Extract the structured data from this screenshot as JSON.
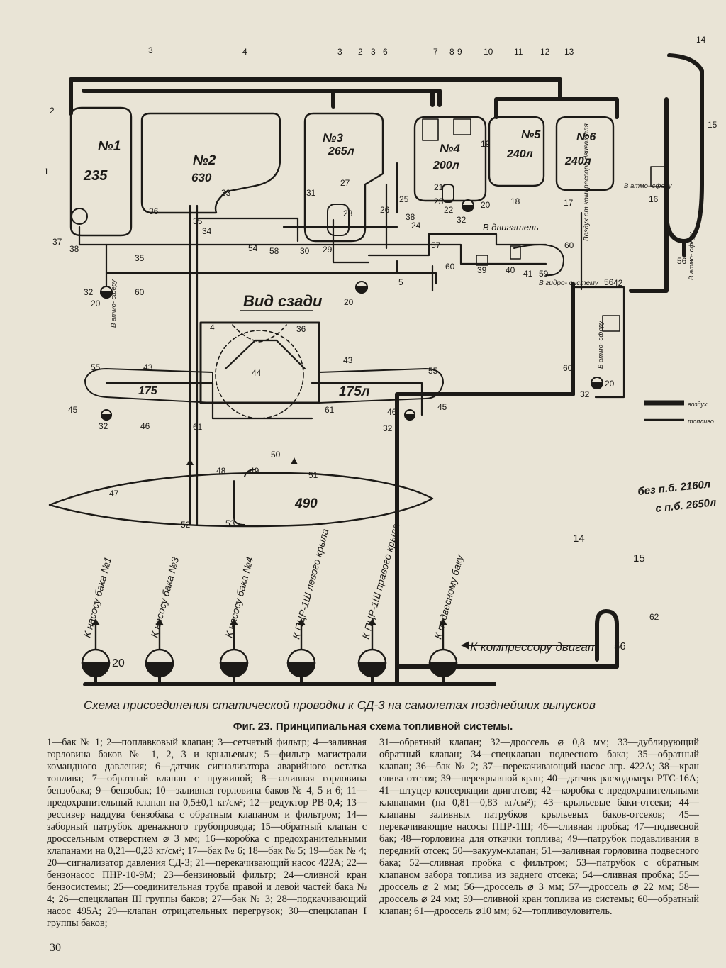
{
  "figure": {
    "heading": "Фиг. 23. Принципиальная схема топливной системы.",
    "rear_view_label": "Вид сзади",
    "static_wiring_caption": "Схема присоединения статической проводки к СД-3 на самолетах позднейших выпусков",
    "key": {
      "air": "воздух",
      "fuel": "топливо"
    }
  },
  "tank_handwriting": {
    "t1_name": "№1",
    "t1_vol": "235",
    "t2_name": "№2",
    "t2_vol": "630",
    "t3_name": "№3",
    "t3_vol": "265л",
    "t4_name": "№4",
    "t4_vol": "200л",
    "t5_name": "№5",
    "t5_vol": "240л",
    "t6_name": "№6",
    "t6_vol": "240л",
    "wing_left_vol": "175",
    "wing_right_vol": "175л",
    "drop_tank_vol": "490",
    "margin_line1": "без п.б. 2160л",
    "margin_line2": "с п.б. 2650л"
  },
  "diagram_labels": {
    "to_engine": "В двигатель",
    "air_from_compressor": "Воздух от компрессора двигателя",
    "to_hydro": "В гидро- систему",
    "to_atmosphere": "В атмо- сферу",
    "to_atmosphere_2": "В атмо- сферу",
    "to_atmosphere_3": "В атмо- сферу",
    "to_atmosphere_4": "В атмо- сферу",
    "to_compressor": "К компрессору двигат",
    "pump_tank1": "К насосу бака №1",
    "pump_tank3": "К насосу бака №3",
    "pump_tank4": "К насосу бака №4",
    "pcr_left": "К ПЦР-1Ш левого крыла",
    "pcr_right": "К ПЦР-1Ш правого крыла",
    "drop_tank": "К подвесному баку"
  },
  "callouts": {
    "n1": "1",
    "n2": "2",
    "n3": "3",
    "n3b": "3",
    "n2b": "2",
    "n3c": "3",
    "n6": "6",
    "n4": "4",
    "n7": "7",
    "n8": "8",
    "n9": "9",
    "n10": "10",
    "n11": "11",
    "n12": "12",
    "n13": "13",
    "n14": "14",
    "n15": "15",
    "n16": "16",
    "n17": "17",
    "n18": "18",
    "n19": "19",
    "n20a": "20",
    "n20b": "20",
    "n20c": "20",
    "n20d": "20",
    "n21": "21",
    "n22": "22",
    "n23": "23",
    "n24": "24",
    "n25": "25",
    "n26": "26",
    "n27": "27",
    "n28": "28",
    "n29": "29",
    "n30": "30",
    "n31": "31",
    "n32a": "32",
    "n32b": "32",
    "n32c": "32",
    "n32d": "32",
    "n32e": "32",
    "n33": "33",
    "n34": "34",
    "n35a": "35",
    "n35b": "35",
    "n36": "36",
    "n37": "37",
    "n38a": "38",
    "n38b": "38",
    "n39": "39",
    "n40": "40",
    "n41": "41",
    "n42": "42",
    "n43a": "43",
    "n43b": "43",
    "n44": "44",
    "n45a": "45",
    "n45b": "45",
    "n46a": "46",
    "n46b": "46",
    "n47": "47",
    "n48": "48",
    "n49": "49",
    "n50": "50",
    "n51": "51",
    "n52": "52",
    "n53": "53",
    "n54": "54",
    "n55a": "55",
    "n55b": "55",
    "n56a": "56",
    "n56b": "56",
    "n57": "57",
    "n58": "58",
    "n59": "59",
    "n60a": "60",
    "n60b": "60",
    "n60c": "60",
    "n60d": "60",
    "n61a": "61",
    "n61b": "61",
    "n62": "62",
    "n14b": "14",
    "n15b": "15",
    "n56c": "56",
    "n20e": "20",
    "n4b": "4",
    "n36b": "36",
    "n5": "5"
  },
  "legend": {
    "left": "1—бак № 1; 2—поплавковый клапан; 3—сетчатый фильтр; 4—заливная горловина баков № 1, 2, 3 и крыльевых; 5—фильтр магистрали командного давления; 6—датчик сигнализатора аварийного остатка топлива; 7—обратный клапан с пружиной; 8—заливная горловина бензобака; 9—бензобак; 10—заливная горловина баков № 4, 5 и 6; 11—предохранительный клапан на 0,5±0,1 кг/см²; 12—редуктор РВ-0,4; 13—рессивер наддува бензобака с обратным клапаном и фильтром; 14—заборный патрубок дренажного трубопровода; 15—обратный клапан с дроссельным отверстием ⌀ 3 мм; 16—коробка с предохранительными клапанами на 0,21—0,23 кг/см²; 17—бак № 6; 18—бак № 5; 19—бак № 4; 20—сигнализатор давления СД-3; 21—перекачивающий насос 422А; 22—бензонасос ПНР-10-9М; 23—бензиновый фильтр; 24—сливной кран бензосистемы; 25—соединительная труба правой и левой частей бака № 4; 26—спецклапан III группы баков; 27—бак № 3; 28—подкачивающий насос 495А; 29—клапан отрицательных перегрузок; 30—спецклапан I группы баков;",
    "right": "31—обратный клапан; 32—дроссель ⌀ 0,8 мм; 33—дублирующий обратный клапан; 34—спецклапан подвесного бака; 35—обратный клапан; 36—бак № 2; 37—перекачивающий насос агр. 422А; 38—кран слива отстоя; 39—перекрывной кран; 40—датчик расходомера РТС-16А; 41—штуцер консервации двигателя; 42—коробка с предохранительными клапанами (на 0,81—0,83 кг/см²); 43—крыльевые баки-отсеки; 44—клапаны заливных патрубков крыльевых баков-отсеков; 45—перекачивающие насосы ПЦР-1Ш; 46—сливная пробка; 47—подвесной бак; 48—горловина для откачки топлива; 49—патрубок подавливания в передний отсек; 50—вакуум-клапан; 51—заливная горловина подвесного бака; 52—сливная пробка с фильтром; 53—патрубок с обратным клапаном забора топлива из заднего отсека; 54—сливная пробка; 55—дроссель ⌀ 2 мм; 56—дроссель ⌀ 3 мм; 57—дроссель ⌀ 22 мм; 58—дроссель ⌀ 24 мм; 59—сливной кран топлива из системы; 60—обратный клапан; 61—дроссель ⌀10 мм; 62—топливоуловитель."
  },
  "page_number": "30"
}
